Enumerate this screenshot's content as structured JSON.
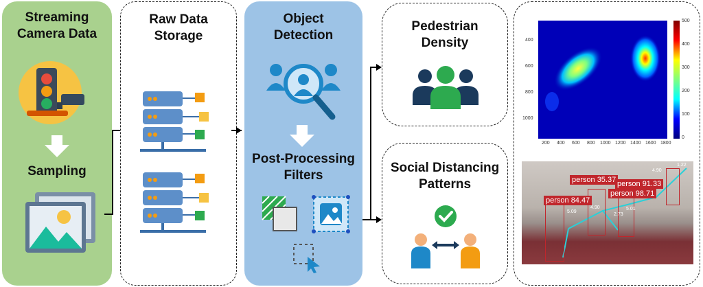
{
  "stages": {
    "streaming": {
      "title": "Streaming\nCamera Data",
      "sampling": "Sampling"
    },
    "raw_storage": {
      "title": "Raw Data\nStorage"
    },
    "object_detection": {
      "title": "Object\nDetection",
      "post_processing": "Post-Processing\nFilters"
    },
    "pedestrian_density": {
      "title": "Pedestrian\nDensity"
    },
    "social_distancing": {
      "title": "Social Distancing\nPatterns"
    }
  },
  "heatmap": {
    "x_ticks": [
      "200",
      "400",
      "600",
      "800",
      "1000",
      "1200",
      "1400",
      "1600",
      "1800"
    ],
    "y_ticks": [
      "400",
      "600",
      "800",
      "1000"
    ],
    "colorbar_ticks": [
      "500",
      "400",
      "300",
      "200",
      "100",
      "0"
    ]
  },
  "detections": {
    "labels": [
      "person 35.37",
      "person 91.33",
      "person 84.47",
      "person 98.71"
    ],
    "distances": [
      "4.90",
      "1.22",
      "5.01",
      "5.09",
      "2.73",
      "4.90"
    ]
  },
  "colors": {
    "stream_bg": "#a9d18e",
    "detect_bg": "#9dc3e6",
    "detection_box": "#c0262c",
    "icon_teal": "#1e88a8",
    "icon_green": "#2daa4f",
    "icon_orange": "#f39c12"
  }
}
